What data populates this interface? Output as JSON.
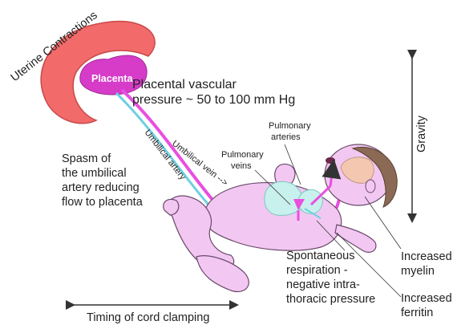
{
  "labels": {
    "uterine_contractions": "Uterine Contractions",
    "placenta": "Placenta",
    "placental_pressure_line1": "Placental vascular",
    "placental_pressure_line2": "pressure ~ 50 to 100 mm Hg",
    "spasm_line1": "Spasm of",
    "spasm_line2": "the umbilical",
    "spasm_line3": "artery reducing",
    "spasm_line4": "flow to placenta",
    "umbilical_artery": "Umbilical artery",
    "umbilical_vein": "Umbilical vein -->",
    "pulmonary_arteries_line1": "Pulmonary",
    "pulmonary_arteries_line2": "arteries",
    "pulmonary_veins_line1": "Pulmonary",
    "pulmonary_veins_line2": "veins",
    "gravity": "Gravity",
    "spontaneous_line1": "Spontaneous",
    "spontaneous_line2": "respiration -",
    "spontaneous_line3": "negative intra-",
    "spontaneous_line4": "thoracic pressure",
    "increased_myelin_line1": "Increased",
    "increased_myelin_line2": "myelin",
    "increased_ferritin_line1": "Increased",
    "increased_ferritin_line2": "ferritin",
    "timing_cord_clamping": "Timing of cord clamping"
  },
  "colors": {
    "uterus": "#f26a6a",
    "placenta": "#d63cc8",
    "umbilical_vein": "#e94fe0",
    "umbilical_artery": "#6ecfe0",
    "baby_skin": "#f2c8f2",
    "baby_outline": "#6a4a6a",
    "lungs": "#c8f0ec",
    "hair": "#8a6a55",
    "arrow": "#333333"
  }
}
